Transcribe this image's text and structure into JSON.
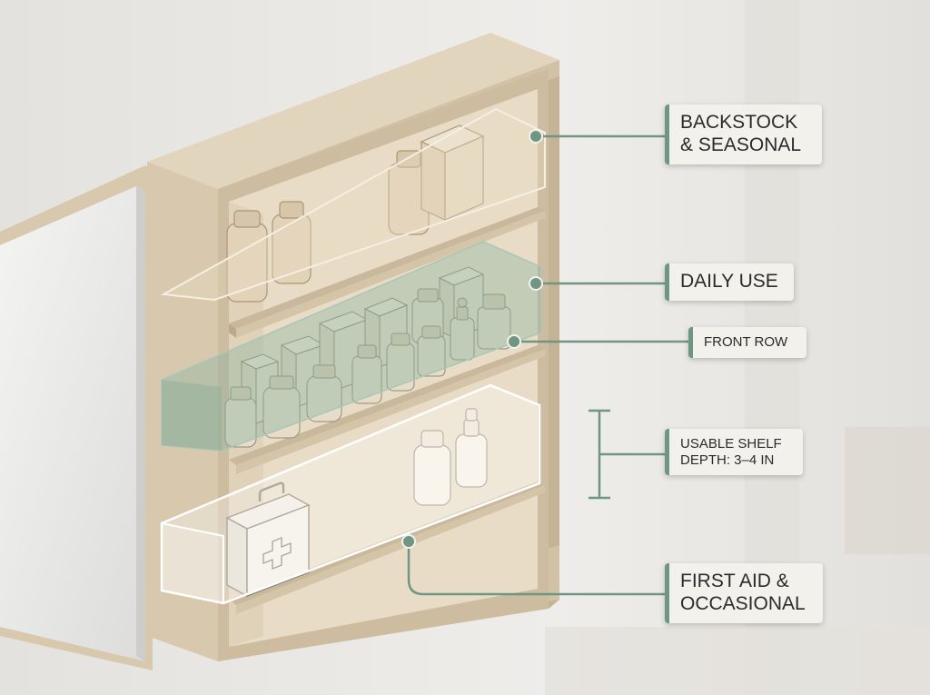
{
  "callouts": {
    "backstock": {
      "line1": "BACKSTOCK",
      "line2": "& SEASONAL"
    },
    "daily": {
      "line1": "DAILY USE"
    },
    "front_row": {
      "line1": "FRONT ROW"
    },
    "depth": {
      "line1": "USABLE SHELF",
      "line2": "DEPTH: 3–4 IN"
    },
    "first_aid": {
      "line1": "FIRST AID &",
      "line2": "OCCASIONAL"
    }
  },
  "colors": {
    "cabinet": "#d8c9ae",
    "cabinet_dark": "#c4b395",
    "cabinet_interior": "#e8dcc6",
    "accent_green": "#6f9583",
    "zone_green": "#8fb5a2",
    "bottle": "#e7dac4",
    "background": "#eae8e4"
  },
  "icons": {
    "first_aid_kit": "first-aid-kit-icon"
  }
}
